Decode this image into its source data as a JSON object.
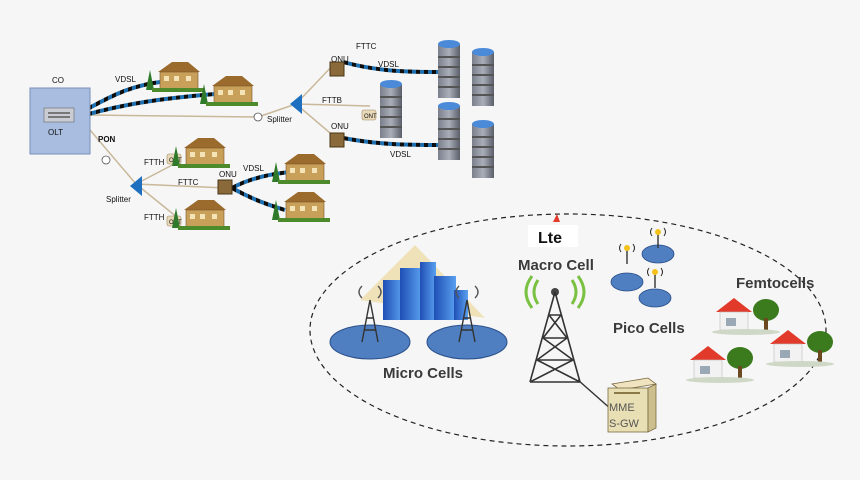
{
  "fixed_network": {
    "co_label": "CO",
    "olt_label": "OLT",
    "pon_label": "PON",
    "vdsl_top_left": "VDSL",
    "fttc_top": "FTTC",
    "onu_top": "ONU",
    "vdsl_top_right": "VDSL",
    "fttb": "FTTB",
    "ont_fttb": "ONT",
    "splitter_top": "Splitter",
    "onu_mid": "ONU",
    "vdsl_mid": "VDSL",
    "ftth_upper": "FTTH",
    "ont_upper": "ONT",
    "fttc_lower": "FTTC",
    "onu_lower": "ONU",
    "vdsl_lower": "VDSL",
    "splitter_bottom": "Splitter",
    "ftth_lower": "FTTH",
    "ont_lower": "ONT"
  },
  "cellular_network": {
    "lte_logo": "Lte",
    "macro_cell": "Macro Cell",
    "pico_cells": "Pico Cells",
    "femtocells": "Femtocells",
    "micro_cells": "Micro Cells",
    "mme_line1": "MME",
    "mme_line2": "S-GW"
  },
  "colors": {
    "fiber_line": "#c9b89a",
    "vdsl_cable": "#2a8fd6",
    "splitter": "#1f6fc0",
    "onu_box": "#8a6a3a",
    "cell_disc": "#4f7fc1",
    "house": "#c9a05a",
    "roof_red": "#e23a2a",
    "tree": "#3c7a1e"
  }
}
